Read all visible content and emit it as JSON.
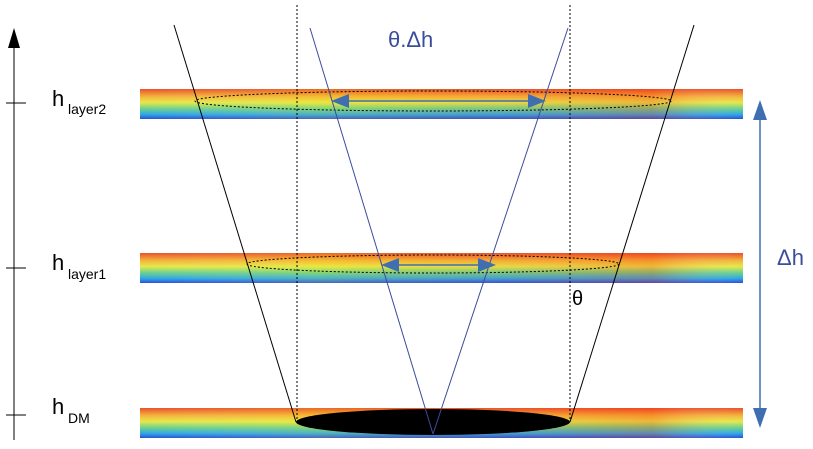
{
  "labels": {
    "h_layer2_main": "h",
    "h_layer2_sub": "layer2",
    "h_layer1_main": "h",
    "h_layer1_sub": "layer1",
    "h_dm_main": "h",
    "h_dm_sub": "DM",
    "theta_delta_h": "θ.Δh",
    "delta_h": "Δh",
    "theta": "θ"
  },
  "colors": {
    "blue_annotation": "#3b4d9b",
    "arrow_blue": "#3f6fb0",
    "black": "#000000"
  }
}
